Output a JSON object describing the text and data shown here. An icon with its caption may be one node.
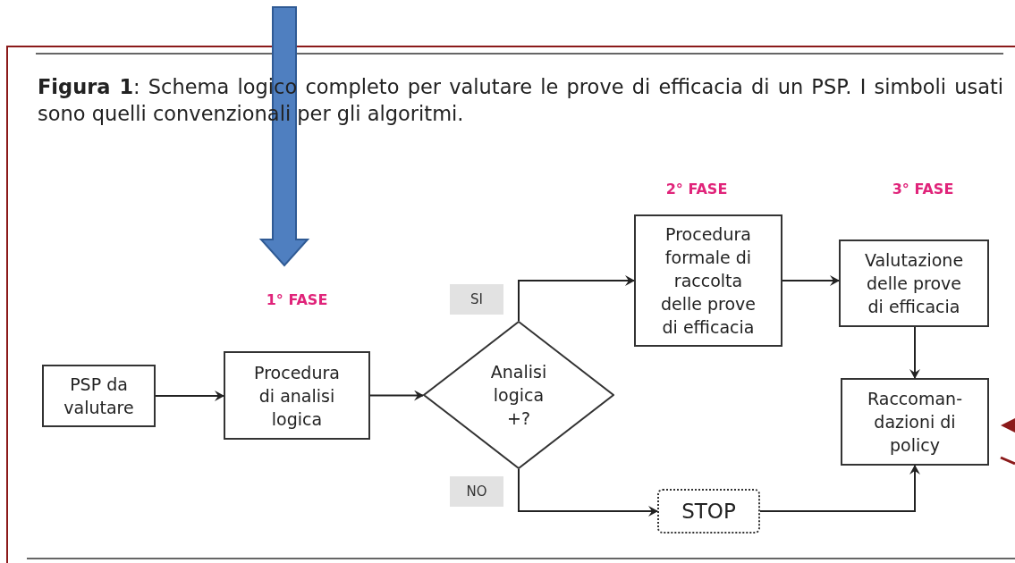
{
  "diagram": {
    "caption": "**Figura 1**: Schema logico completo per valutare le prove di efficacia di un PSP. I simboli usati sono quelli convenzionali per gli algoritmi.",
    "nodes": [
      {
        "text": [
          "PSP da valutare"
        ]
      },
      {
        "text": [
          "Procedura di analisi logica"
        ],
        "beside": [
          "1° FASE"
        ]
      },
      {
        "text": [
          "Analisi logica +?"
        ]
      },
      {
        "text": [
          "Procedura formale di raccolta delle prove di efficacia"
        ],
        "beside": [
          "2° FASE"
        ]
      },
      {
        "text": [
          "Valutazione delle prove di efficacia"
        ],
        "beside": [
          "3° FASE"
        ]
      },
      {
        "text": [
          "Raccoman- dazioni di policy"
        ]
      },
      {
        "text": [
          "STOP"
        ]
      }
    ],
    "edges": [
      {
        "from": 0,
        "to": 1,
        "arrow": "to"
      },
      {
        "from": 1,
        "to": 2,
        "arrow": "to"
      },
      {
        "from": 2,
        "to": 3,
        "arrow": "to",
        "label": "SI"
      },
      {
        "from": 2,
        "to": 6,
        "arrow": "to",
        "label": "NO"
      },
      {
        "from": 3,
        "to": 4,
        "arrow": "to"
      },
      {
        "from": 4,
        "to": 5,
        "arrow": "to"
      },
      {
        "from": 6,
        "to": 5,
        "arrow": "to"
      }
    ]
  }
}
